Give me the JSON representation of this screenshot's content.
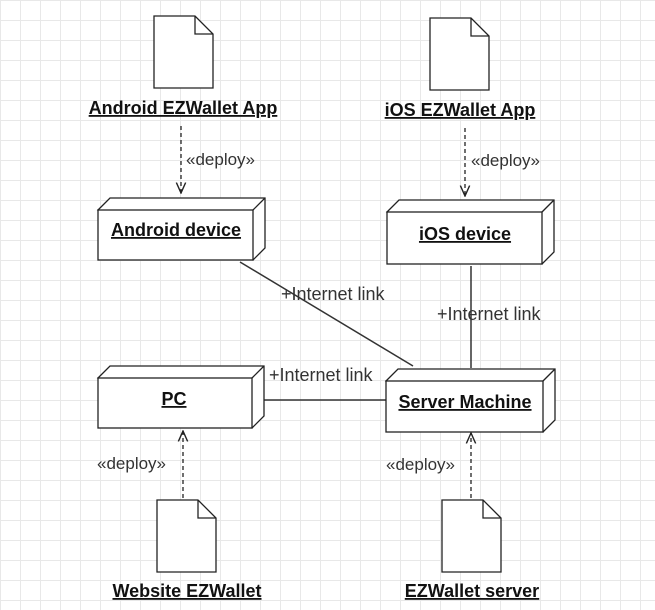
{
  "artifacts": {
    "android_app": "Android EZWallet App",
    "ios_app": "iOS EZWallet App",
    "website": "Website EZWallet",
    "server": "EZWallet server"
  },
  "nodes": {
    "android_device": "Android device",
    "ios_device": "iOS device",
    "pc": "PC",
    "server_machine": "Server Machine"
  },
  "dependencies": {
    "android_deploy": "«deploy»",
    "ios_deploy": "«deploy»",
    "pc_deploy": "«deploy»",
    "server_deploy": "«deploy»"
  },
  "links": {
    "android_server": "+Internet link",
    "ios_server": "+Internet link",
    "pc_server": "+Internet link"
  }
}
